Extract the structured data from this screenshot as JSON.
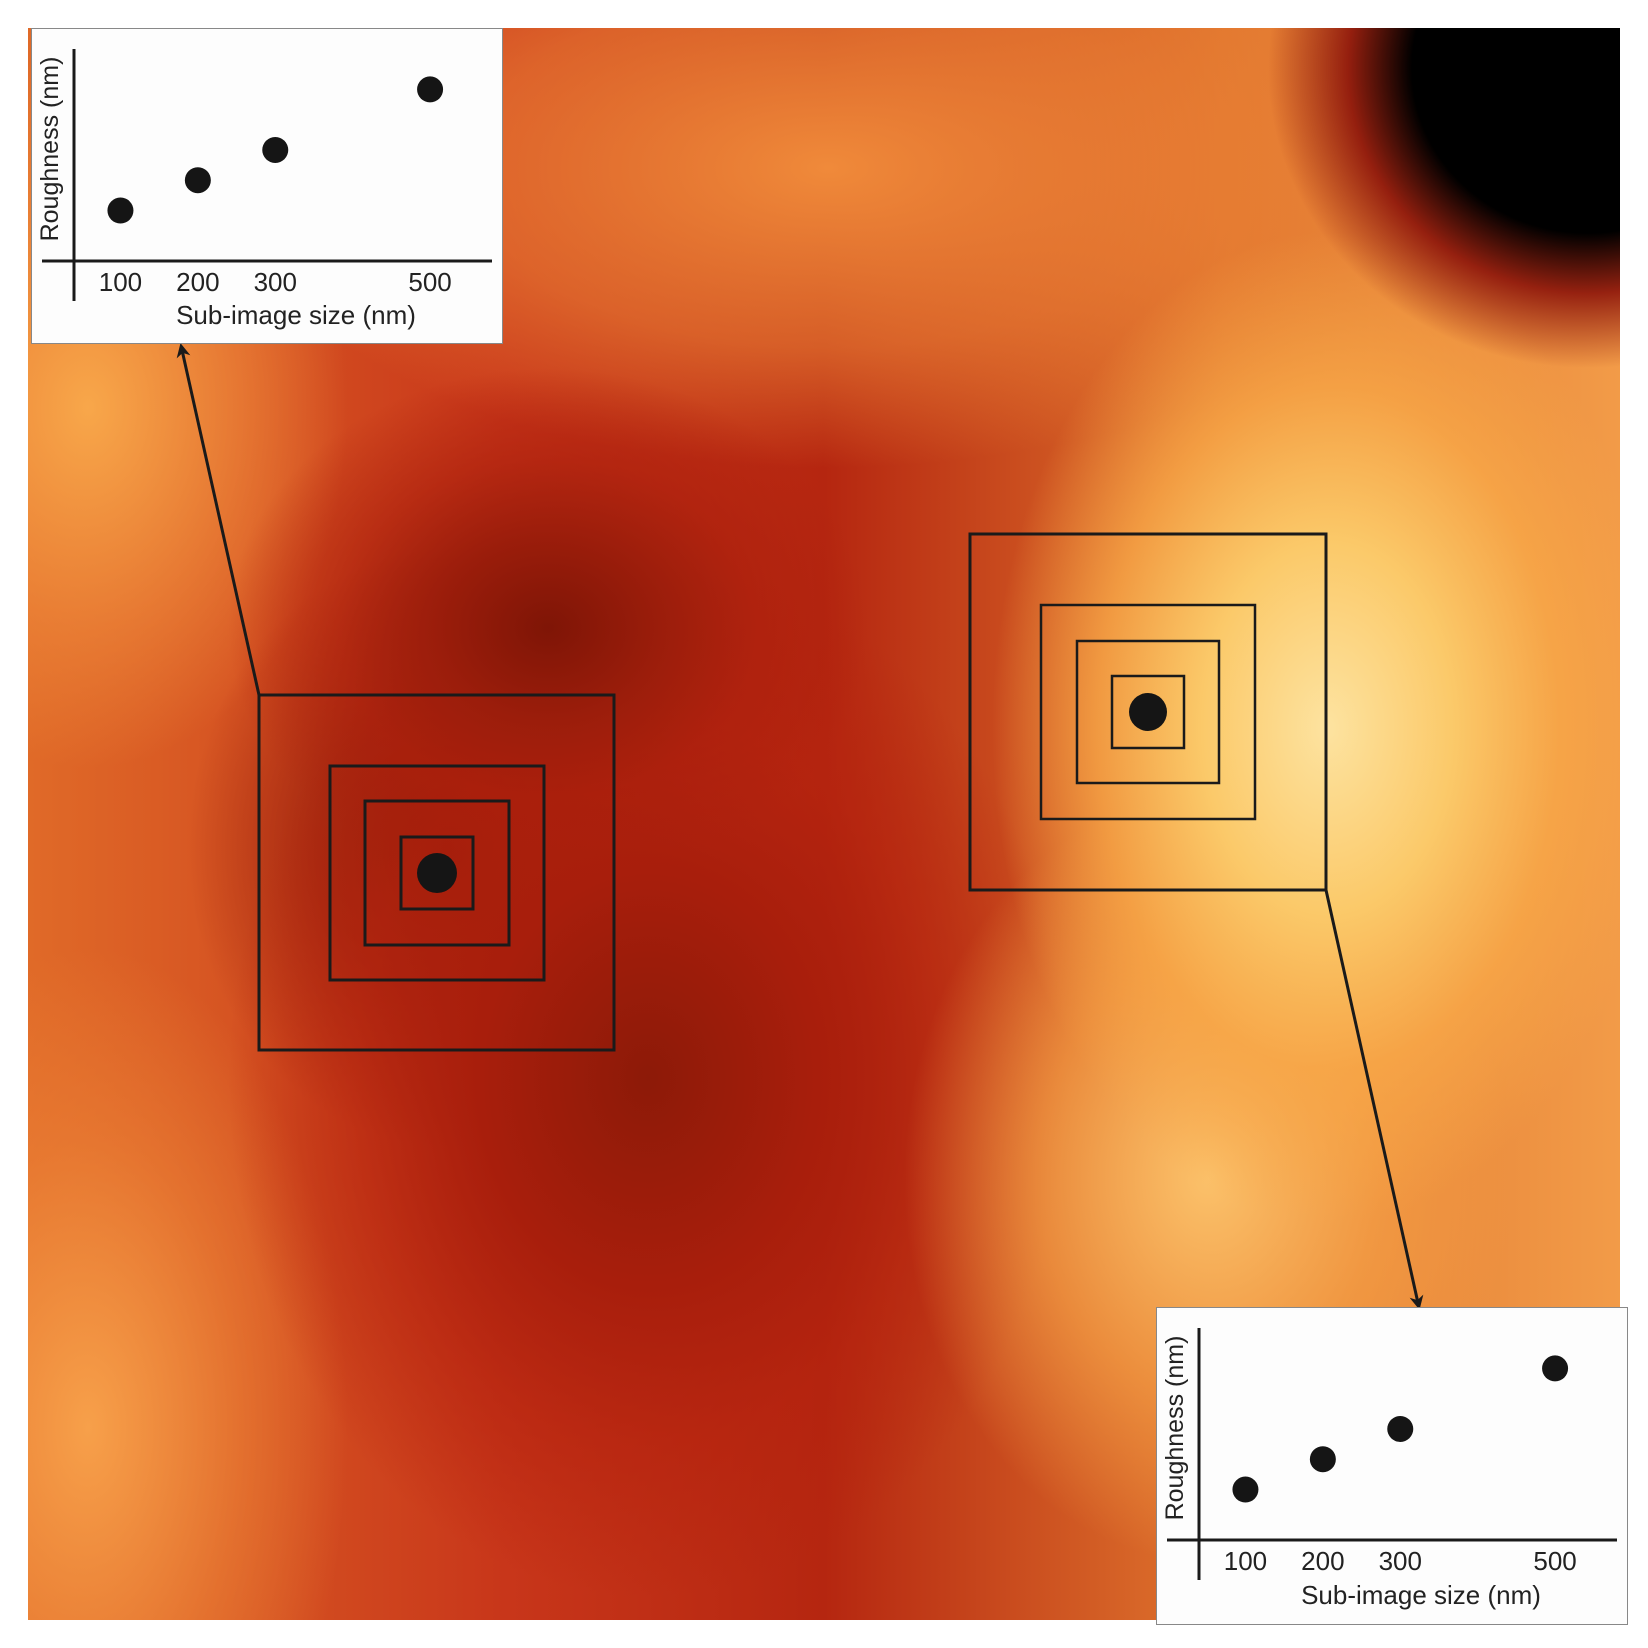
{
  "colors": {
    "frame": "#1a1a1a",
    "marker": "#151515",
    "inset_bg": "#fdfdfd"
  },
  "inset_top_left": {
    "chart_data": {
      "type": "scatter",
      "xlabel": "Sub-image size (nm)",
      "ylabel": "Roughness (nm)",
      "xticks": [
        "100",
        "200",
        "300",
        "500"
      ],
      "x": [
        100,
        200,
        300,
        500
      ],
      "y": [
        1.0,
        1.6,
        2.2,
        3.4
      ],
      "xlim": [
        40,
        580
      ],
      "ylim": [
        0,
        4.2
      ]
    }
  },
  "inset_bottom_right": {
    "chart_data": {
      "type": "scatter",
      "xlabel": "Sub-image size (nm)",
      "ylabel": "Roughness (nm)",
      "xticks": [
        "100",
        "200",
        "300",
        "500"
      ],
      "x": [
        100,
        200,
        300,
        500
      ],
      "y": [
        1.0,
        1.6,
        2.2,
        3.4
      ],
      "xlim": [
        40,
        580
      ],
      "ylim": [
        0,
        4.2
      ]
    }
  },
  "markers": {
    "left": {
      "box_sizes_nm": [
        500,
        300,
        200,
        100
      ]
    },
    "right": {
      "box_sizes_nm": [
        500,
        300,
        200,
        100
      ]
    }
  }
}
